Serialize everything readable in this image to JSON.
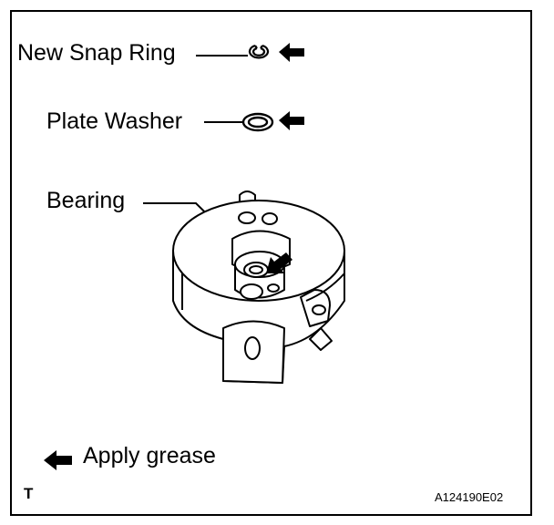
{
  "labels": {
    "snap_ring": "New Snap Ring",
    "plate_washer": "Plate Washer",
    "bearing": "Bearing",
    "legend": "Apply grease"
  },
  "footer": {
    "corner_mark": "T",
    "figure_code": "A124190E02"
  },
  "colors": {
    "line": "#000000",
    "background": "#ffffff"
  },
  "icons": {
    "grease_marker": "filled-left-arrow"
  }
}
